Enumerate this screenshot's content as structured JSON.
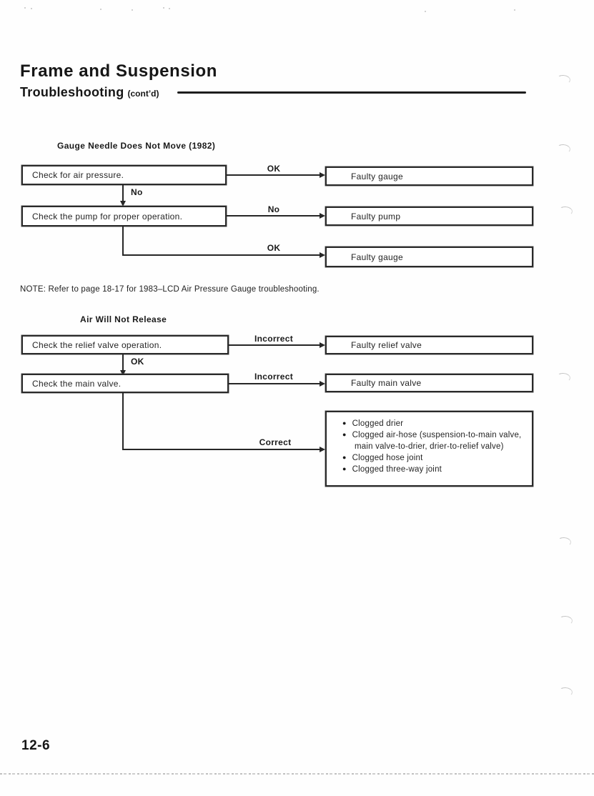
{
  "document": {
    "title": "Frame and Suspension",
    "section": "Troubleshooting",
    "section_suffix": "(cont’d)",
    "note": "NOTE:  Refer to page 18-17 for 1983–LCD Air Pressure Gauge troubleshooting.",
    "page_number": "12-6"
  },
  "flowcharts": [
    {
      "heading": "Gauge Needle Does Not Move (1982)",
      "steps": [
        {
          "check": "Check for air pressure.",
          "branch_label": "OK",
          "result": "Faulty gauge",
          "down_label": "No"
        },
        {
          "check": "Check the pump for proper operation.",
          "branch_label": "No",
          "result": "Faulty pump"
        },
        {
          "branch_label": "OK",
          "result": "Faulty gauge"
        }
      ]
    },
    {
      "heading": "Air Will Not Release",
      "steps": [
        {
          "check": "Check the relief valve operation.",
          "branch_label": "Incorrect",
          "result": "Faulty relief valve",
          "down_label": "OK"
        },
        {
          "check": "Check the main valve.",
          "branch_label": "Incorrect",
          "result": "Faulty main valve"
        },
        {
          "branch_label": "Correct"
        }
      ],
      "causes": [
        "Clogged drier",
        "Clogged air-hose (suspension-to-main valve, main valve-to-drier, drier-to-relief valve)",
        "Clogged hose joint",
        "Clogged three-way joint"
      ]
    }
  ]
}
